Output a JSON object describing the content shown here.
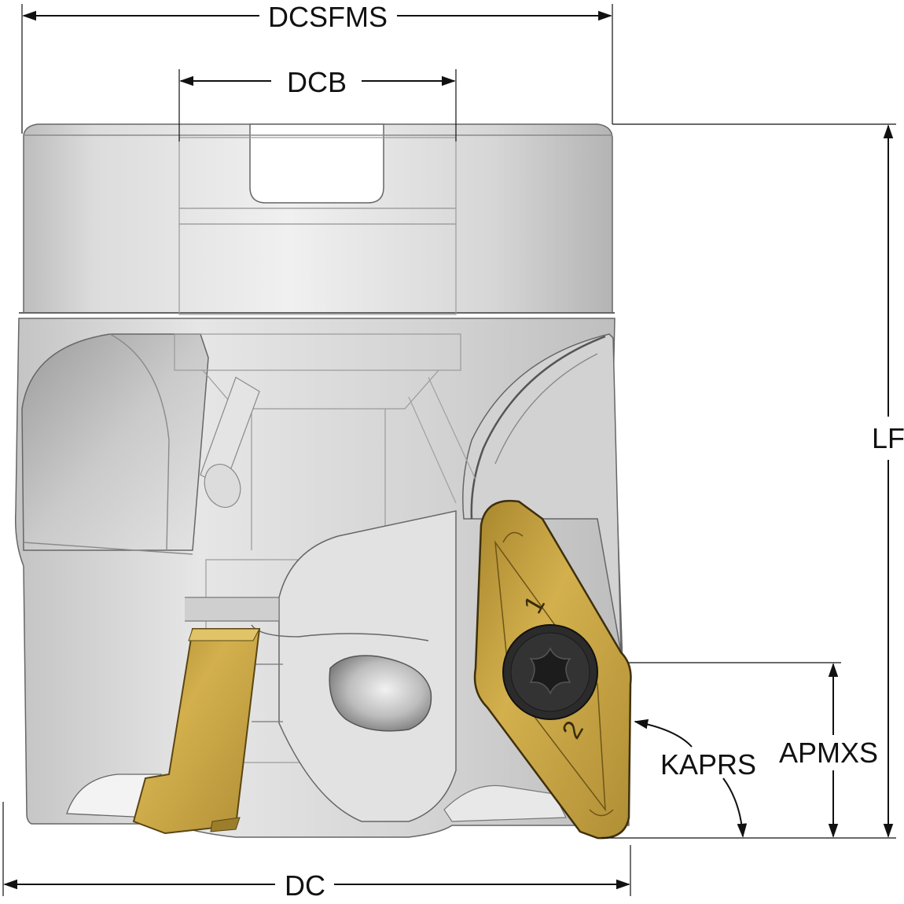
{
  "dimensions": {
    "dcsfms": "DCSFMS",
    "dcb": "DCB",
    "lf": "LF",
    "apmxs": "APMXS",
    "kaprs": "KAPRS",
    "dc": "DC"
  },
  "insert_marks": {
    "edge_1": "1",
    "edge_2": "2"
  },
  "colors": {
    "body_light": "#e9e9e9",
    "body_mid": "#cfcfcf",
    "body_dark": "#a9a9a9",
    "insert_gold": "#c9a440",
    "insert_gold_dark": "#8f7326",
    "screw": "#2a2a2a",
    "line": "#111111"
  }
}
